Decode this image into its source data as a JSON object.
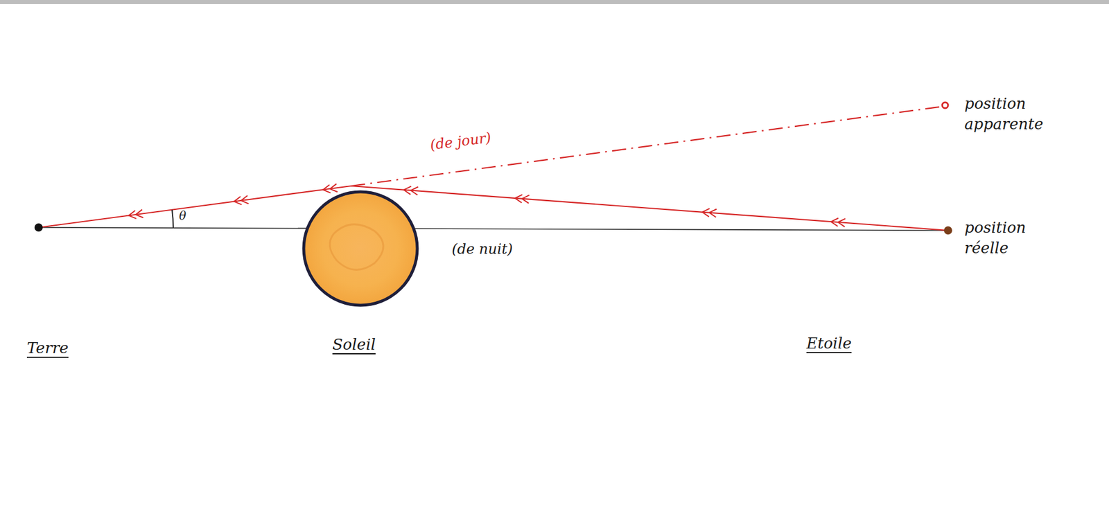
{
  "diagram": {
    "labels": [
      "position apparente",
      "(de jour)",
      "θ",
      "position réelle",
      "(de nuit)",
      "Terre",
      "Soleil",
      "Etoile"
    ]
  }
}
